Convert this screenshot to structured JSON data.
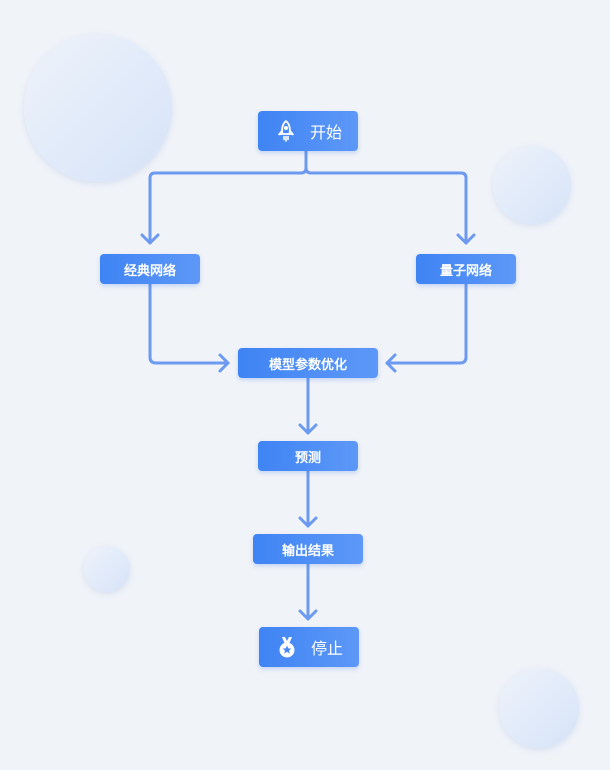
{
  "diagram": {
    "nodes": {
      "start": {
        "label": "开始",
        "icon": "rocket-icon"
      },
      "classical": {
        "label": "经典网络"
      },
      "quantum": {
        "label": "量子网络"
      },
      "optimize": {
        "label": "模型参数优化"
      },
      "predict": {
        "label": "预测"
      },
      "output": {
        "label": "输出结果"
      },
      "stop": {
        "label": "停止",
        "icon": "medal-icon"
      }
    },
    "edges": [
      {
        "from": "start",
        "to": "classical"
      },
      {
        "from": "start",
        "to": "quantum"
      },
      {
        "from": "classical",
        "to": "optimize"
      },
      {
        "from": "quantum",
        "to": "optimize"
      },
      {
        "from": "optimize",
        "to": "predict"
      },
      {
        "from": "predict",
        "to": "output"
      },
      {
        "from": "output",
        "to": "stop"
      }
    ]
  },
  "colors": {
    "node_gradient_start": "#3f84f4",
    "node_gradient_end": "#5d98f7",
    "edge": "#6b9af0",
    "background": "#f0f3f8"
  }
}
